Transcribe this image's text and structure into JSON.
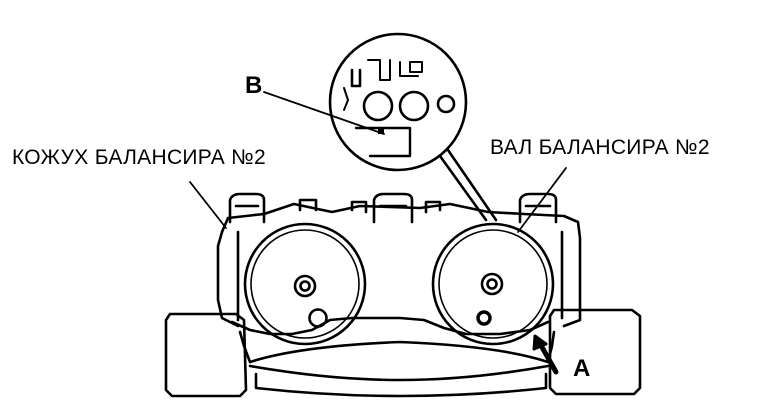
{
  "labels": {
    "housing": "КОЖУХ БАЛАНСИРА  №2",
    "shaft": "ВАЛ БАЛАНСИРА  №2",
    "marker_b": "B",
    "marker_a": "A"
  },
  "colors": {
    "ink": "#000000",
    "paper": "#ffffff"
  }
}
